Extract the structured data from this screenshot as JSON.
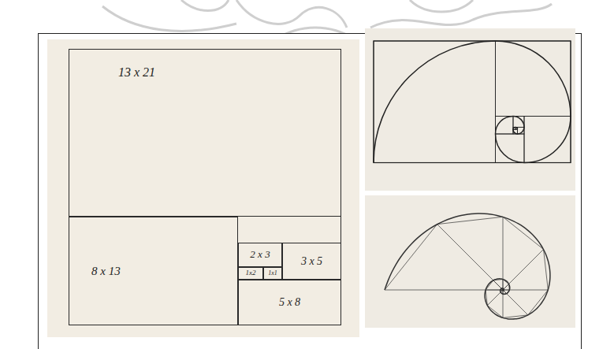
{
  "diagram": {
    "nodes": [
      {
        "text": [
          "13 x 21"
        ]
      },
      {
        "text": [
          "8 x 13"
        ]
      },
      {
        "text": [
          "2 x 3"
        ]
      },
      {
        "text": [
          "3 x 5"
        ]
      },
      {
        "text": [
          "1x2"
        ]
      },
      {
        "text": [
          "1x1"
        ]
      },
      {
        "text": [
          "5 x 8"
        ]
      }
    ]
  }
}
